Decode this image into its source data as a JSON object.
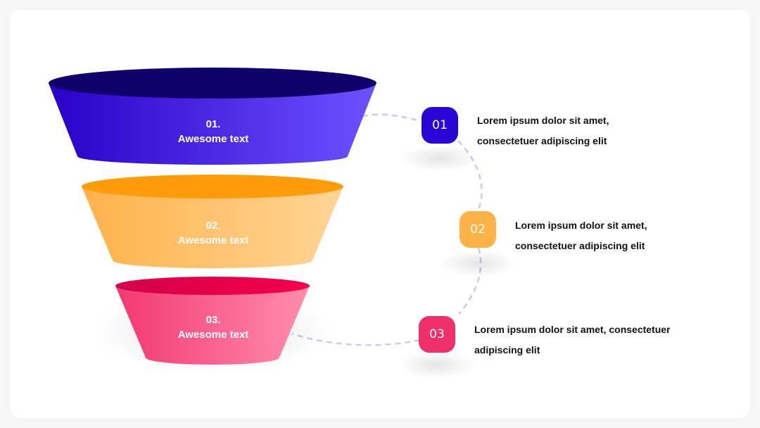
{
  "stages": [
    {
      "number": "01.",
      "label": "Awesome text"
    },
    {
      "number": "02.",
      "label": "Awesome text"
    },
    {
      "number": "03.",
      "label": "Awesome text"
    }
  ],
  "steps": [
    {
      "badge": "01",
      "text": "Lorem ipsum dolor sit amet, consectetuer adipiscing elit"
    },
    {
      "badge": "02",
      "text": "Lorem ipsum dolor sit amet, consectetuer adipiscing elit"
    },
    {
      "badge": "03",
      "text": "Lorem ipsum dolor sit amet, consectetuer adipiscing elit"
    }
  ],
  "colors": {
    "stage_1_dark": "#10006b",
    "stage_1_light": "#6a4cff",
    "stage_2_dark": "#ff9a00",
    "stage_2_light": "#ffd08c",
    "stage_3_dark": "#e5003f",
    "stage_3_light": "#ff8aa8",
    "badge_1": "#2a06d6",
    "badge_2": "#ffb347",
    "badge_3": "#f0306a",
    "connector": "#cfc8f2"
  }
}
